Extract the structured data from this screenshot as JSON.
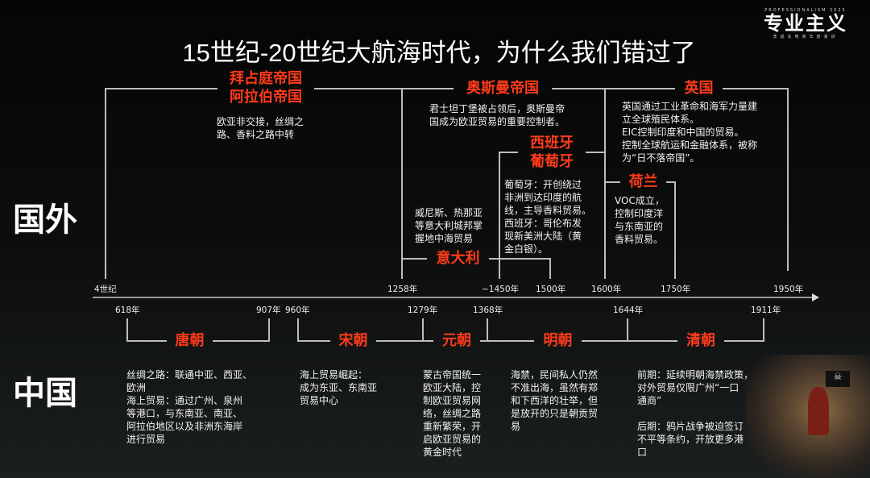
{
  "title": "15世纪-20世纪大航海时代，为什么我们错过了",
  "logo": {
    "top": "PROFESSIONALISM 2025",
    "main": "专业主义",
    "sub": "李成东电商年度演讲"
  },
  "regions": {
    "foreign": "国外",
    "china": "中国"
  },
  "foreign": {
    "byzantine": {
      "title1": "拜占庭帝国",
      "title2": "阿拉伯帝国",
      "text": "欧亚非交接，丝绸之\n路、香料之路中转"
    },
    "ottoman": {
      "title": "奥斯曼帝国",
      "text": "君士坦丁堡被占领后，奥斯曼帝\n国成为欧亚贸易的重要控制者。"
    },
    "italy": {
      "title": "意大利",
      "text": "威尼斯、热那亚\n等意大利城邦掌\n握地中海贸易"
    },
    "spain_portugal": {
      "title1": "西班牙",
      "title2": "葡萄牙",
      "text": "葡萄牙：开创绕过\n非洲到达印度的航\n线，主导香料贸易。\n西班牙：哥伦布发\n现新美洲大陆（黄\n金白银）。"
    },
    "netherlands": {
      "title": "荷兰",
      "text": "VOC成立，\n控制印度洋\n与东南亚的\n香料贸易。"
    },
    "britain": {
      "title": "英国",
      "text": "英国通过工业革命和海军力量建\n立全球殖民体系。\nEIC控制印度和中国的贸易。\n控制全球航运和金融体系，被称\n为“日不落帝国”。"
    },
    "years": [
      "4世纪",
      "1258年",
      "~1450年",
      "1500年",
      "1600年",
      "1750年",
      "1950年"
    ]
  },
  "china": {
    "years": [
      "618年",
      "907年",
      "960年",
      "1279年",
      "1368年",
      "1644年",
      "1911年"
    ],
    "tang": {
      "title": "唐朝",
      "text": "丝绸之路：联通中亚、西亚、\n欧洲\n海上贸易：通过广州、泉州\n等港口，与东南亚、南亚、\n阿拉伯地区以及非洲东海岸\n进行贸易"
    },
    "song": {
      "title": "宋朝",
      "text": "海上贸易崛起：\n成为东亚、东南亚\n贸易中心"
    },
    "yuan": {
      "title": "元朝",
      "text": "蒙古帝国统一\n欧亚大陆，控\n制欧亚贸易网\n络，丝绸之路\n重新繁荣，开\n启欧亚贸易的\n黄金时代"
    },
    "ming": {
      "title": "明朝",
      "text": "海禁，民间私人仍然\n不准出海，虽然有郑\n和下西洋的壮举，但\n是放开的只是朝贡贸\n易"
    },
    "qing": {
      "title": "清朝",
      "text": "前期：延续明朝海禁政策，\n对外贸易仅限广州“一口\n通商”\n\n后期：鸦片战争被迫签订\n不平等条约，开放更多港\n口"
    }
  },
  "colors": {
    "accent": "#ff3b1a",
    "line": "#bdbdbd"
  }
}
